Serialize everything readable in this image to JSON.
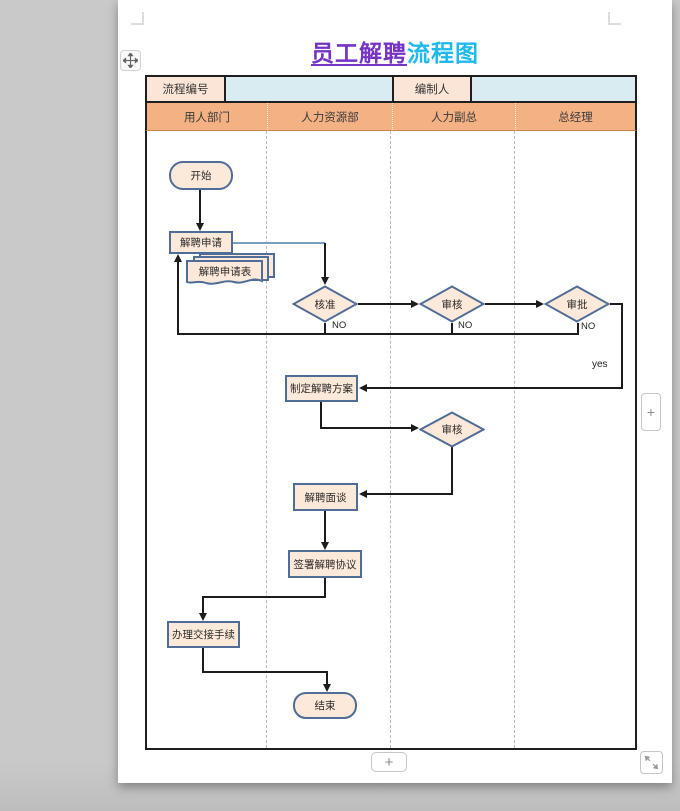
{
  "title": {
    "text_primary": "员工解聘",
    "text_secondary": "流程图"
  },
  "form_header": {
    "field1_label": "流程编号",
    "field1_value": "",
    "field2_label": "编制人",
    "field2_value": ""
  },
  "lanes": [
    "用人部门",
    "人力资源部",
    "人力副总",
    "总经理"
  ],
  "nodes": {
    "start": "开始",
    "apply": "解聘申请",
    "apply_form": "解聘申请表",
    "d_approve": "核准",
    "d_review": "审核",
    "d_approve2": "审批",
    "plan": "制定解聘方案",
    "d_review2": "审核",
    "interview": "解聘面谈",
    "sign": "签署解聘协议",
    "handover": "办理交接手续",
    "end": "结束"
  },
  "edge_labels": {
    "no1": "NO",
    "no2": "NO",
    "no3": "NO",
    "yes": "yes"
  },
  "controls": {
    "add_right": "+",
    "add_bottom": "+"
  },
  "colors": {
    "title_primary": "#7633c4",
    "title_secondary": "#1fb9ec",
    "lane_header": "#f4b183",
    "cell_peach": "#fbe5d6",
    "cell_blue": "#d9ecf2",
    "shape_fill": "#fde9d9",
    "shape_border": "#4f6d96",
    "connector_blue": "#76a0bd"
  }
}
